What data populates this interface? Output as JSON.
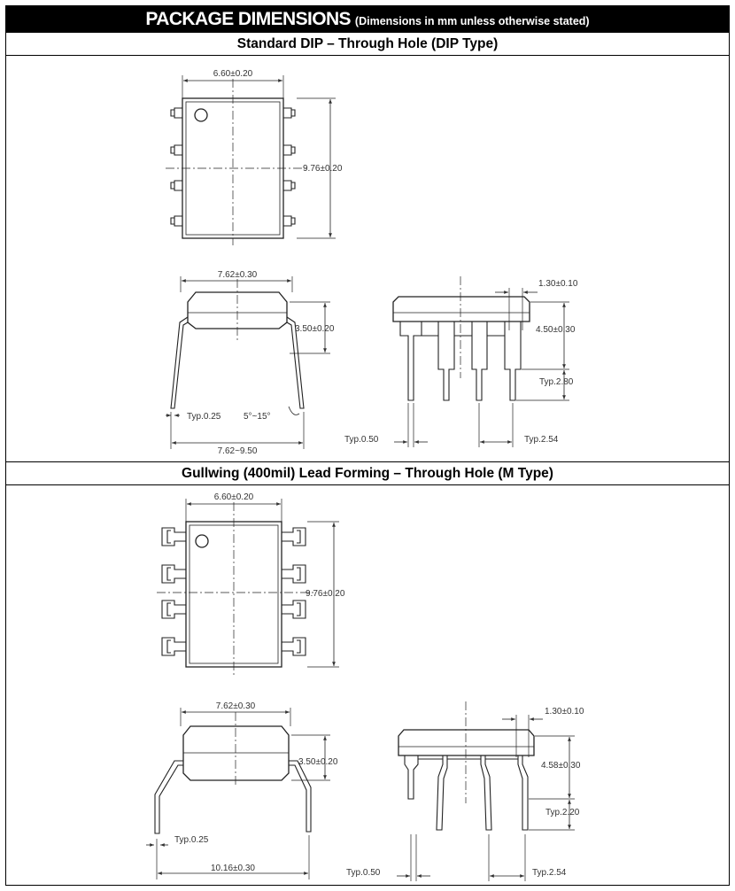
{
  "header": {
    "title": "PACKAGE DIMENSIONS",
    "note": "(Dimensions in mm unless otherwise stated)"
  },
  "sections": [
    {
      "title": "Standard DIP – Through Hole (DIP Type)",
      "top_view": {
        "width": "6.60±0.20",
        "length": "9.76±0.20"
      },
      "side_view": {
        "body_width": "7.62±0.30",
        "body_height": "3.50±0.20",
        "lead_thickness": "Typ.0.25",
        "lead_angle": "5°~15°",
        "lead_span": "7.62~9.50"
      },
      "end_view": {
        "lead_shoulder": "1.30±0.10",
        "seated_height": "4.50±0.30",
        "lead_length": "Typ.2.80",
        "lead_width": "Typ.0.50",
        "pitch": "Typ.2.54"
      }
    },
    {
      "title": "Gullwing (400mil) Lead Forming – Through Hole (M Type)",
      "top_view": {
        "width": "6.60±0.20",
        "length": "9.76±0.20"
      },
      "side_view": {
        "body_width": "7.62±0.30",
        "body_height": "3.50±0.20",
        "lead_thickness": "Typ.0.25",
        "lead_span": "10.16±0.30"
      },
      "end_view": {
        "lead_shoulder": "1.30±0.10",
        "seated_height": "4.58±0.30",
        "lead_length": "Typ.2.20",
        "lead_width": "Typ.0.50",
        "pitch": "Typ.2.54"
      }
    }
  ]
}
